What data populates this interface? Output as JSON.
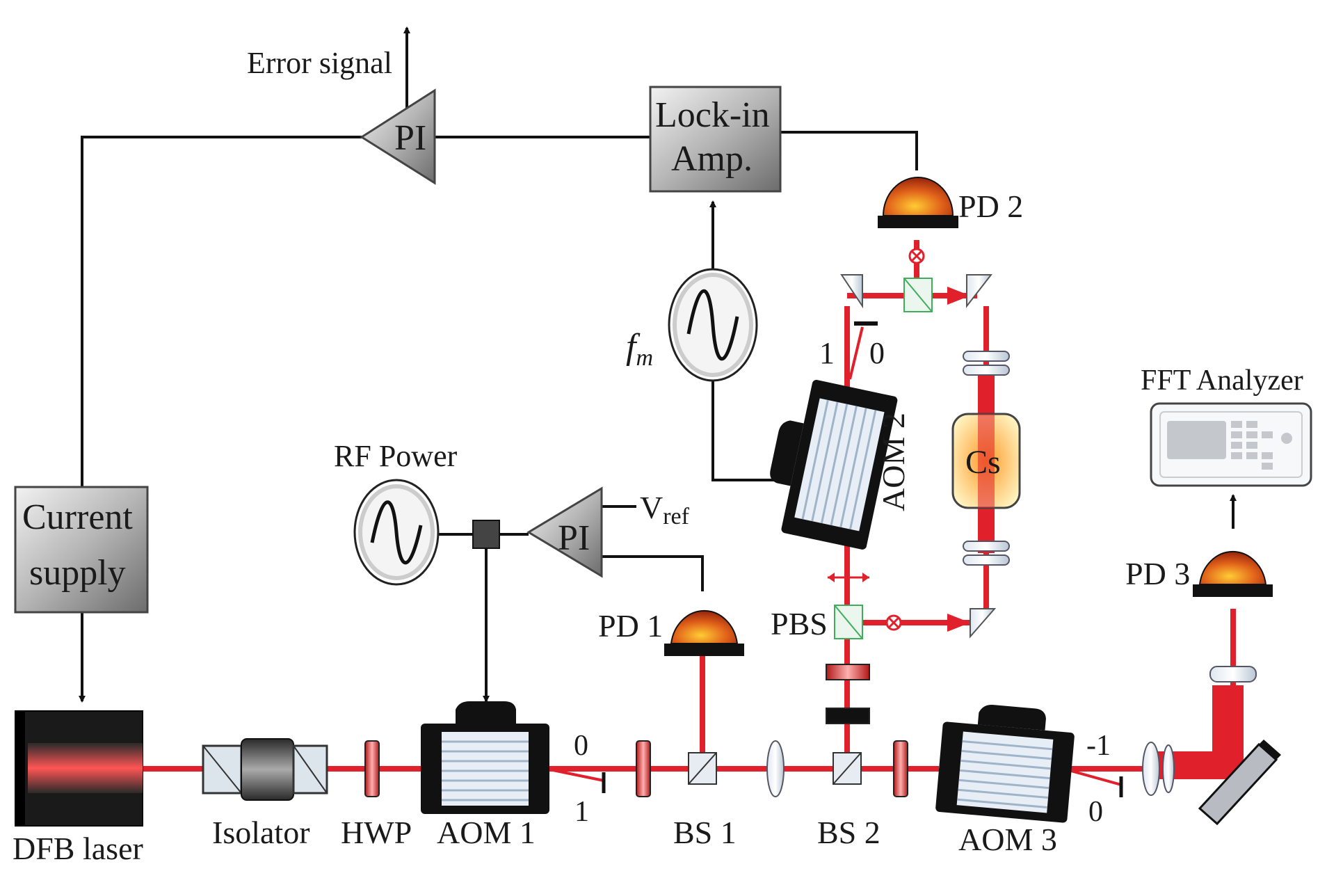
{
  "labels": {
    "error_signal": "Error signal",
    "pi_top": "PI",
    "lockin_line1": "Lock-in",
    "lockin_line2": "Amp.",
    "pd2": "PD 2",
    "fm_f": "f",
    "fm_m": "m",
    "aom2_order1": "1",
    "aom2_order0": "0",
    "aom2": "AOM 2",
    "cs": "Cs",
    "fft": "FFT Analyzer",
    "current_line1": "Current",
    "current_line2": "supply",
    "rf_power": "RF Power",
    "pi_mid": "PI",
    "vref_v": "V",
    "vref_sub": "ref",
    "pd1": "PD 1",
    "pbs": "PBS",
    "pd3": "PD 3",
    "aom1_order0": "0",
    "aom1_order1": "1",
    "aom3_order_m1": "-1",
    "aom3_order0": "0",
    "dfb": "DFB laser",
    "isolator": "Isolator",
    "hwp": "HWP",
    "aom1": "AOM 1",
    "bs1": "BS 1",
    "bs2": "BS 2",
    "aom3": "AOM 3"
  },
  "colors": {
    "beam": "#e0202a",
    "wire": "#111111",
    "box": "#9a9a9a",
    "pd_dome": "#d4501a",
    "cube": "#3fae5a"
  }
}
